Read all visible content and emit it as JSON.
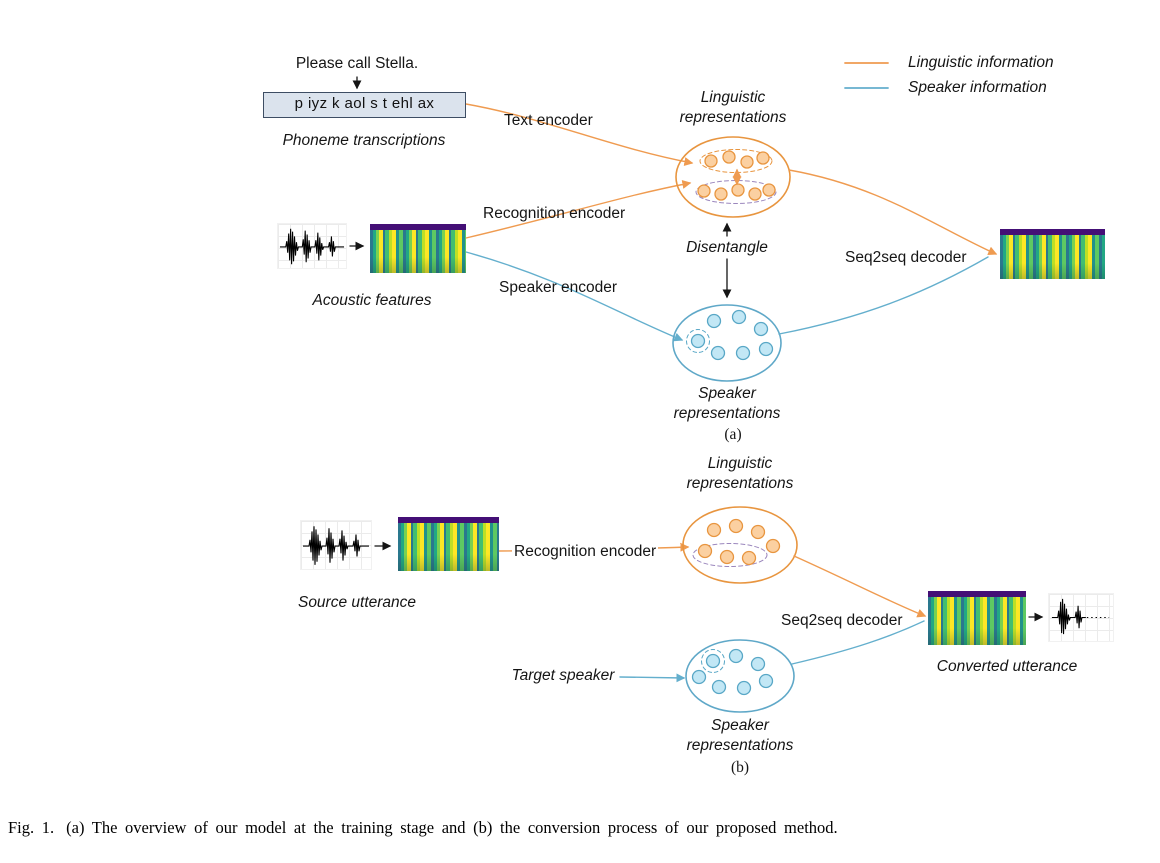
{
  "figure": {
    "caption_label": "Fig. 1.",
    "caption_text": "(a) The overview of our model at the training stage and (b) the conversion process of our proposed method."
  },
  "legend": {
    "linguistic_label": "Linguistic information",
    "speaker_label": "Speaker information"
  },
  "colors": {
    "linguistic": "#EF9B50",
    "speaker": "#64AFCD"
  },
  "panel_a": {
    "tag": "(a)",
    "sentence": "Please call Stella.",
    "phonemes": "p iyz k aol s t ehl ax",
    "phoneme_caption": "Phoneme transcriptions",
    "acoustic_features": "Acoustic features",
    "text_encoder": "Text encoder",
    "recognition_encoder": "Recognition encoder",
    "speaker_encoder": "Speaker encoder",
    "disentangle": "Disentangle",
    "seq2seq_decoder": "Seq2seq decoder",
    "linguistic_representations": {
      "line1": "Linguistic",
      "line2": "representations"
    },
    "speaker_representations": {
      "line1": "Speaker",
      "line2": "representations"
    }
  },
  "panel_b": {
    "tag": "(b)",
    "source_utterance": "Source utterance",
    "recognition_encoder": "Recognition encoder",
    "seq2seq_decoder": "Seq2seq decoder",
    "target_speaker": "Target speaker",
    "converted_utterance": "Converted utterance",
    "linguistic_representations": {
      "line1": "Linguistic",
      "line2": "representations"
    },
    "speaker_representations": {
      "line1": "Speaker",
      "line2": "representations"
    }
  }
}
